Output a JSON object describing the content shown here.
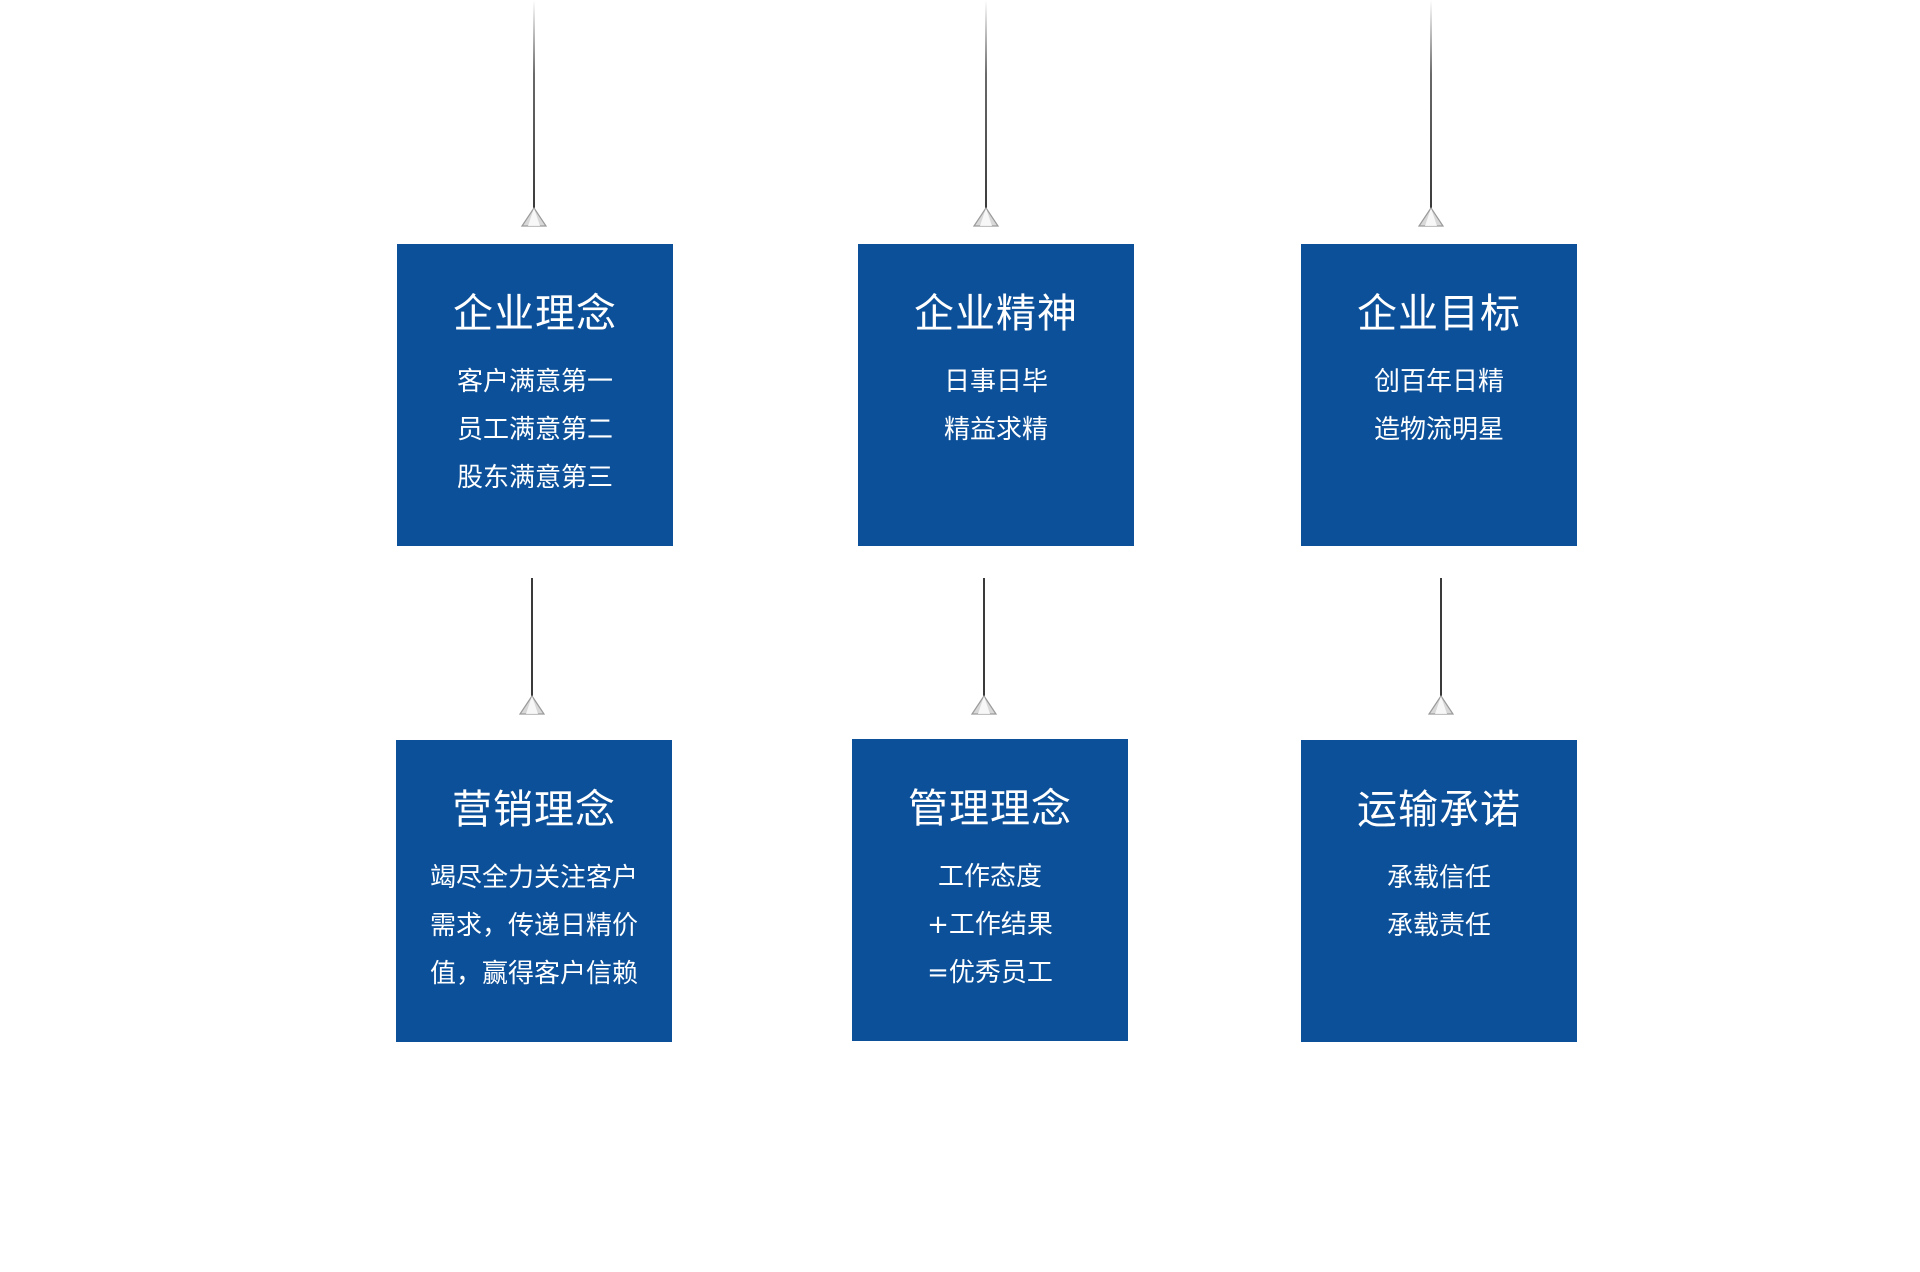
{
  "colors": {
    "card_background": "#0b5099",
    "card_text": "#ffffff",
    "wire": "#3a3a3a"
  },
  "cards": [
    {
      "title": "企业理念",
      "lines": [
        "客户满意第一",
        "员工满意第二",
        "股东满意第三"
      ]
    },
    {
      "title": "企业精神",
      "lines": [
        "日事日毕",
        "精益求精"
      ]
    },
    {
      "title": "企业目标",
      "lines": [
        "创百年日精",
        "造物流明星"
      ]
    },
    {
      "title": "营销理念",
      "lines": [
        "竭尽全力关注客户",
        "需求，传递日精价",
        "值，赢得客户信赖"
      ]
    },
    {
      "title": "管理理念",
      "lines": [
        "工作态度",
        "+工作结果",
        "=优秀员工"
      ]
    },
    {
      "title": "运输承诺",
      "lines": [
        "承载信任",
        "承载责任"
      ]
    }
  ]
}
